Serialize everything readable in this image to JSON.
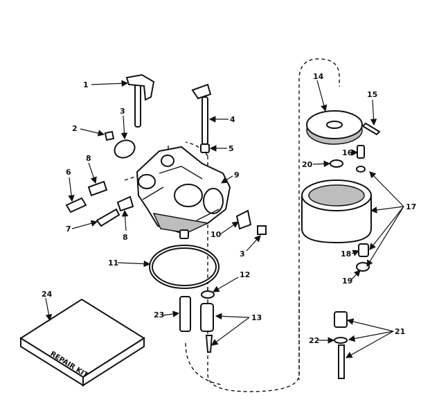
{
  "diagram": {
    "callouts": [
      "1",
      "2",
      "3",
      "4",
      "5",
      "6",
      "7",
      "8",
      "9",
      "10",
      "11",
      "12",
      "13",
      "14",
      "15",
      "16",
      "17",
      "18",
      "19",
      "20",
      "21",
      "22",
      "23",
      "24"
    ],
    "kit_label": "REPAIR KIT"
  }
}
